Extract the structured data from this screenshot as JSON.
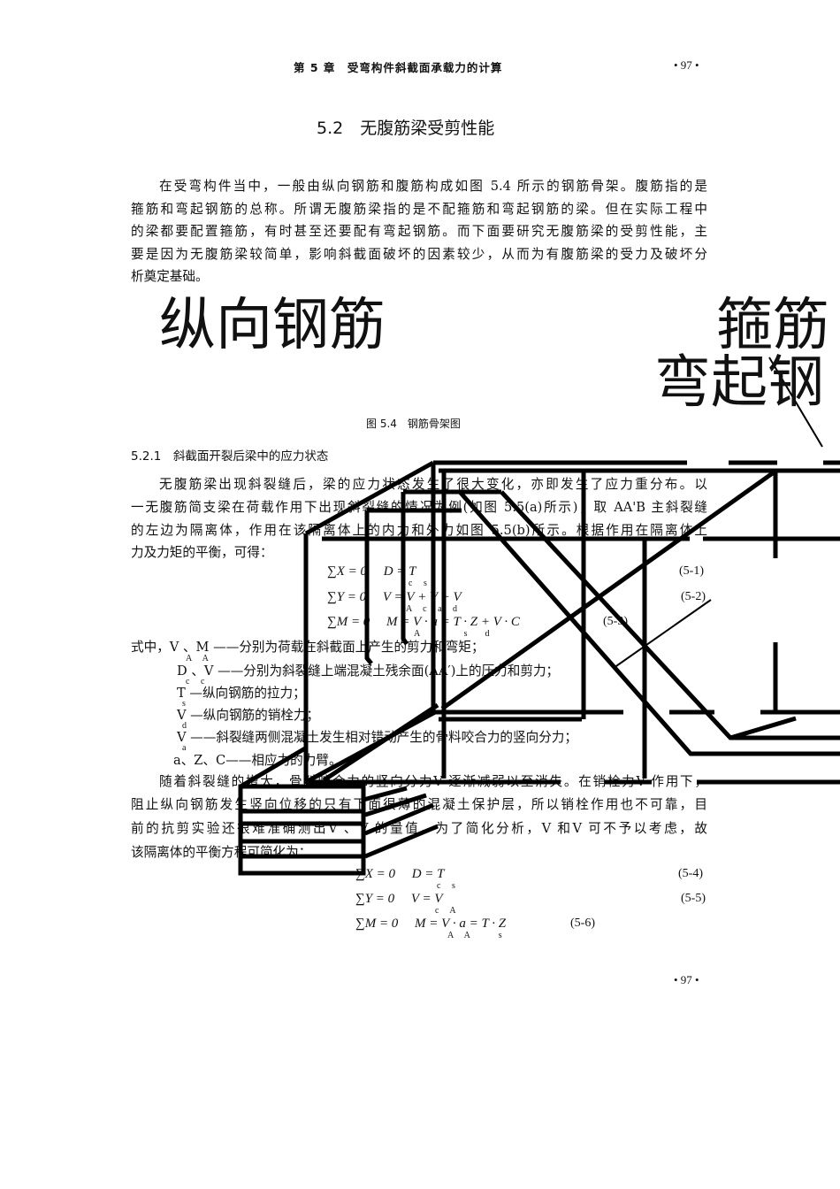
{
  "header": {
    "chapter": "第 5 章　受弯构件斜截面承载力的计算",
    "page_number": "• 97 •"
  },
  "section_title": "5.2　无腹筋梁受剪性能",
  "para1": [
    "在受弯构件当中，一般由纵向钢筋和腹筋构成如图 5.4 所示的钢筋骨架。腹筋指的是",
    "箍筋和弯起钢筋的总称。所谓无腹筋梁指的是不配箍筋和弯起钢筋的梁。但在实际工程中",
    "的梁都要配置箍筋，有时甚至还要配有弯起钢筋。而下面要研究无腹筋梁的受剪性能，主",
    "要是因为无腹筋梁较简单，影响斜截面破坏的因素较少，从而为有腹筋梁的受力及破坏分",
    "析奠定基础。"
  ],
  "figure": {
    "caption": "图 5.4　钢筋骨架图",
    "labels": {
      "stirrup": "箍筋",
      "bent_bar": "弯起钢",
      "longitudinal_bar": "纵向钢筋"
    }
  },
  "subsection_title": "5.2.1　斜截面开裂后梁中的应力状态",
  "para2": [
    "无腹筋梁出现斜裂缝后，梁的应力状态发生了很大变化，亦即发生了应力重分布。以",
    "一无腹筋简支梁在荷载作用下出现斜裂缝的情况为例(如图 5.5(a)所示)，取 AA'B 主斜裂缝",
    "的左边为隔离体，作用在该隔离体上的内力和外力如图 5.5(b)所示。根据作用在隔离体上",
    "力及力矩的平衡，可得："
  ],
  "equations1": [
    {
      "text": "∑X = 0　 D  = T",
      "subs": "c　 s",
      "number": "(5-1)"
    },
    {
      "text": "∑Y = 0　 V  = V  + V  + V",
      "subs": "A　 c　 a　 d",
      "number": "(5-2)"
    },
    {
      "text": "∑M = 0　 M  = V  · a = T · Z + V  · C",
      "subs": "A　　　　　s　　d",
      "number": "(5-3)"
    }
  ],
  "definitions": [
    {
      "text": "式中，V 、M ——分别为荷载在斜截面上产生的剪力和弯矩；",
      "subs": "A　 A"
    },
    {
      "text": "D 、V ——分别为斜裂缝上端混凝土残余面(AA′)上的压力和剪力；",
      "subs": "c　 c"
    },
    {
      "text": "T —纵向钢筋的拉力；",
      "subs": "s"
    },
    {
      "text": "V —纵向钢筋的销栓力；",
      "subs": "d"
    },
    {
      "text": "V ——斜裂缝两侧混凝土发生相对错动产生的骨料咬合力的竖向分力；",
      "subs": "a"
    },
    {
      "text": "a、Z、C——相应力的力臂。",
      "subs": ""
    }
  ],
  "para3": [
    "随着斜裂缝的增大，骨料咬合力的竖向分力V 逐渐减弱以至消失。在销栓力V 作用下，",
    "阻止纵向钢筋发生竖向位移的只有下面很薄的混凝土保护层，所以销栓作用也不可靠，目",
    "前的抗剪实验还很难准确测出V 、V 的量值，为了简化分析，V 和V 可不予以考虑，故",
    "该隔离体的平衡方程可简化为："
  ],
  "equations2": [
    {
      "text": "∑X = 0　 D  = T",
      "subs": "c　 s",
      "number": "(5-4)"
    },
    {
      "text": "∑Y = 0　 V  = V",
      "subs": "c　 A",
      "number": "(5-5)"
    },
    {
      "text": "∑M = 0　 M  = V  · a = T · Z",
      "subs": "A　 A　　　 s",
      "number": "(5-6)"
    }
  ],
  "footer_page_number": "• 97 •"
}
